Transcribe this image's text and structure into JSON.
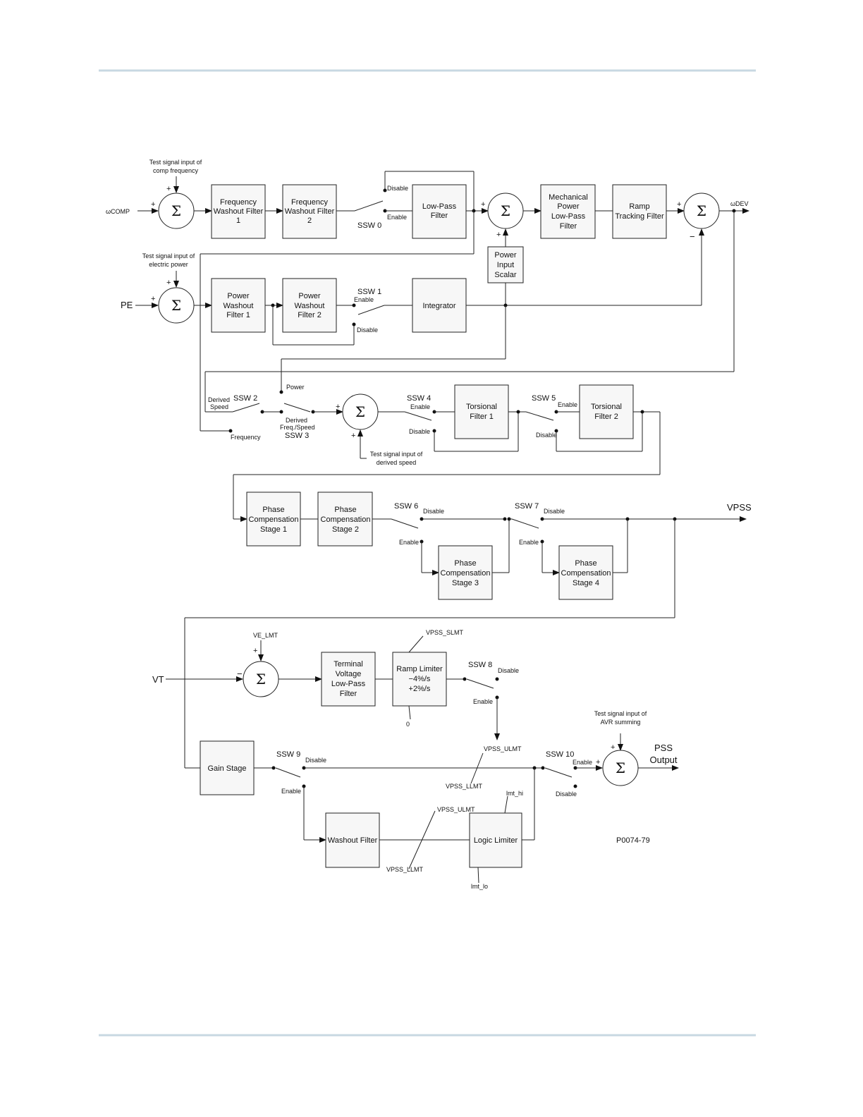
{
  "colors": {
    "rule": "#c8d8e2",
    "line": "#222222",
    "box_fill": "#f7f7f7"
  },
  "labels": {
    "test_comp": [
      "Test signal input of",
      "comp frequency"
    ],
    "omega_comp": "ωCOMP",
    "fwf1": [
      "Frequency",
      "Washout Filter",
      "1"
    ],
    "fwf2": [
      "Frequency",
      "Washout Filter",
      "2"
    ],
    "ssw0": "SSW 0",
    "ssw0_disable": "Disable",
    "ssw0_enable": "Enable",
    "lpf": [
      "Low-Pass",
      "Filter"
    ],
    "mplp": [
      "Mechanical",
      "Power",
      "Low-Pass",
      "Filter"
    ],
    "rtf": [
      "Ramp",
      "Tracking Filter"
    ],
    "omega_dev": "ωDEV",
    "pis": [
      "Power",
      "Input",
      "Scalar"
    ],
    "test_power": [
      "Test signal input of",
      "electric power"
    ],
    "pe": "PE",
    "pwf1": [
      "Power",
      "Washout",
      "Filter 1"
    ],
    "pwf2": [
      "Power",
      "Washout",
      "Filter 2"
    ],
    "ssw1": "SSW 1",
    "ssw1_enable": "Enable",
    "ssw1_disable": "Disable",
    "integrator": "Integrator",
    "power": "Power",
    "derived_speed": [
      "Derived",
      "Speed"
    ],
    "ssw2": "SSW 2",
    "derived_fs": [
      "Derived",
      "Freq./Speed"
    ],
    "ssw3": "SSW 3",
    "frequency": "Frequency",
    "test_derived": [
      "Test signal input of",
      "derived speed"
    ],
    "ssw4": "SSW 4",
    "ssw4_enable": "Enable",
    "ssw4_disable": "Disable",
    "tf1": [
      "Torsional",
      "Filter 1"
    ],
    "ssw5": "SSW 5",
    "ssw5_enable": "Enable",
    "ssw5_disable": "Disable",
    "tf2": [
      "Torsional",
      "Filter 2"
    ],
    "pcs1": [
      "Phase",
      "Compensation",
      "Stage 1"
    ],
    "pcs2": [
      "Phase",
      "Compensation",
      "Stage 2"
    ],
    "ssw6": "SSW 6",
    "ssw6_disable": "Disable",
    "ssw6_enable": "Enable",
    "pcs3": [
      "Phase",
      "Compensation",
      "Stage 3"
    ],
    "ssw7": "SSW 7",
    "ssw7_disable": "Disable",
    "ssw7_enable": "Enable",
    "pcs4": [
      "Phase",
      "Compensation",
      "Stage 4"
    ],
    "vpss": "VPSS",
    "ve_lmt": "VE_LMT",
    "vt": "VT",
    "tvlpf": [
      "Terminal",
      "Voltage",
      "Low-Pass",
      "Filter"
    ],
    "ramp": [
      "Ramp Limiter",
      "−4%/s",
      "+2%/s"
    ],
    "vpss_slmt": "VPSS_SLMT",
    "zero": "0",
    "ssw8": "SSW 8",
    "ssw8_disable": "Disable",
    "ssw8_enable": "Enable",
    "test_avr": [
      "Test signal input of",
      "AVR summing"
    ],
    "pss_output": [
      "PSS",
      "Output"
    ],
    "gain_stage": "Gain Stage",
    "ssw9": "SSW 9",
    "ssw9_disable": "Disable",
    "ssw9_enable": "Enable",
    "vpss_ulmt": "VPSS_ULMT",
    "vpss_llmt": "VPSS_LLMT",
    "ssw10": "SSW 10",
    "ssw10_enable": "Enable",
    "ssw10_disable": "Disable",
    "washout": "Washout Filter",
    "logic_limiter": "Logic Limiter",
    "lmt_hi": "lmt_hi",
    "lmt_lo": "lmt_lo",
    "figure_id": "P0074-79"
  }
}
